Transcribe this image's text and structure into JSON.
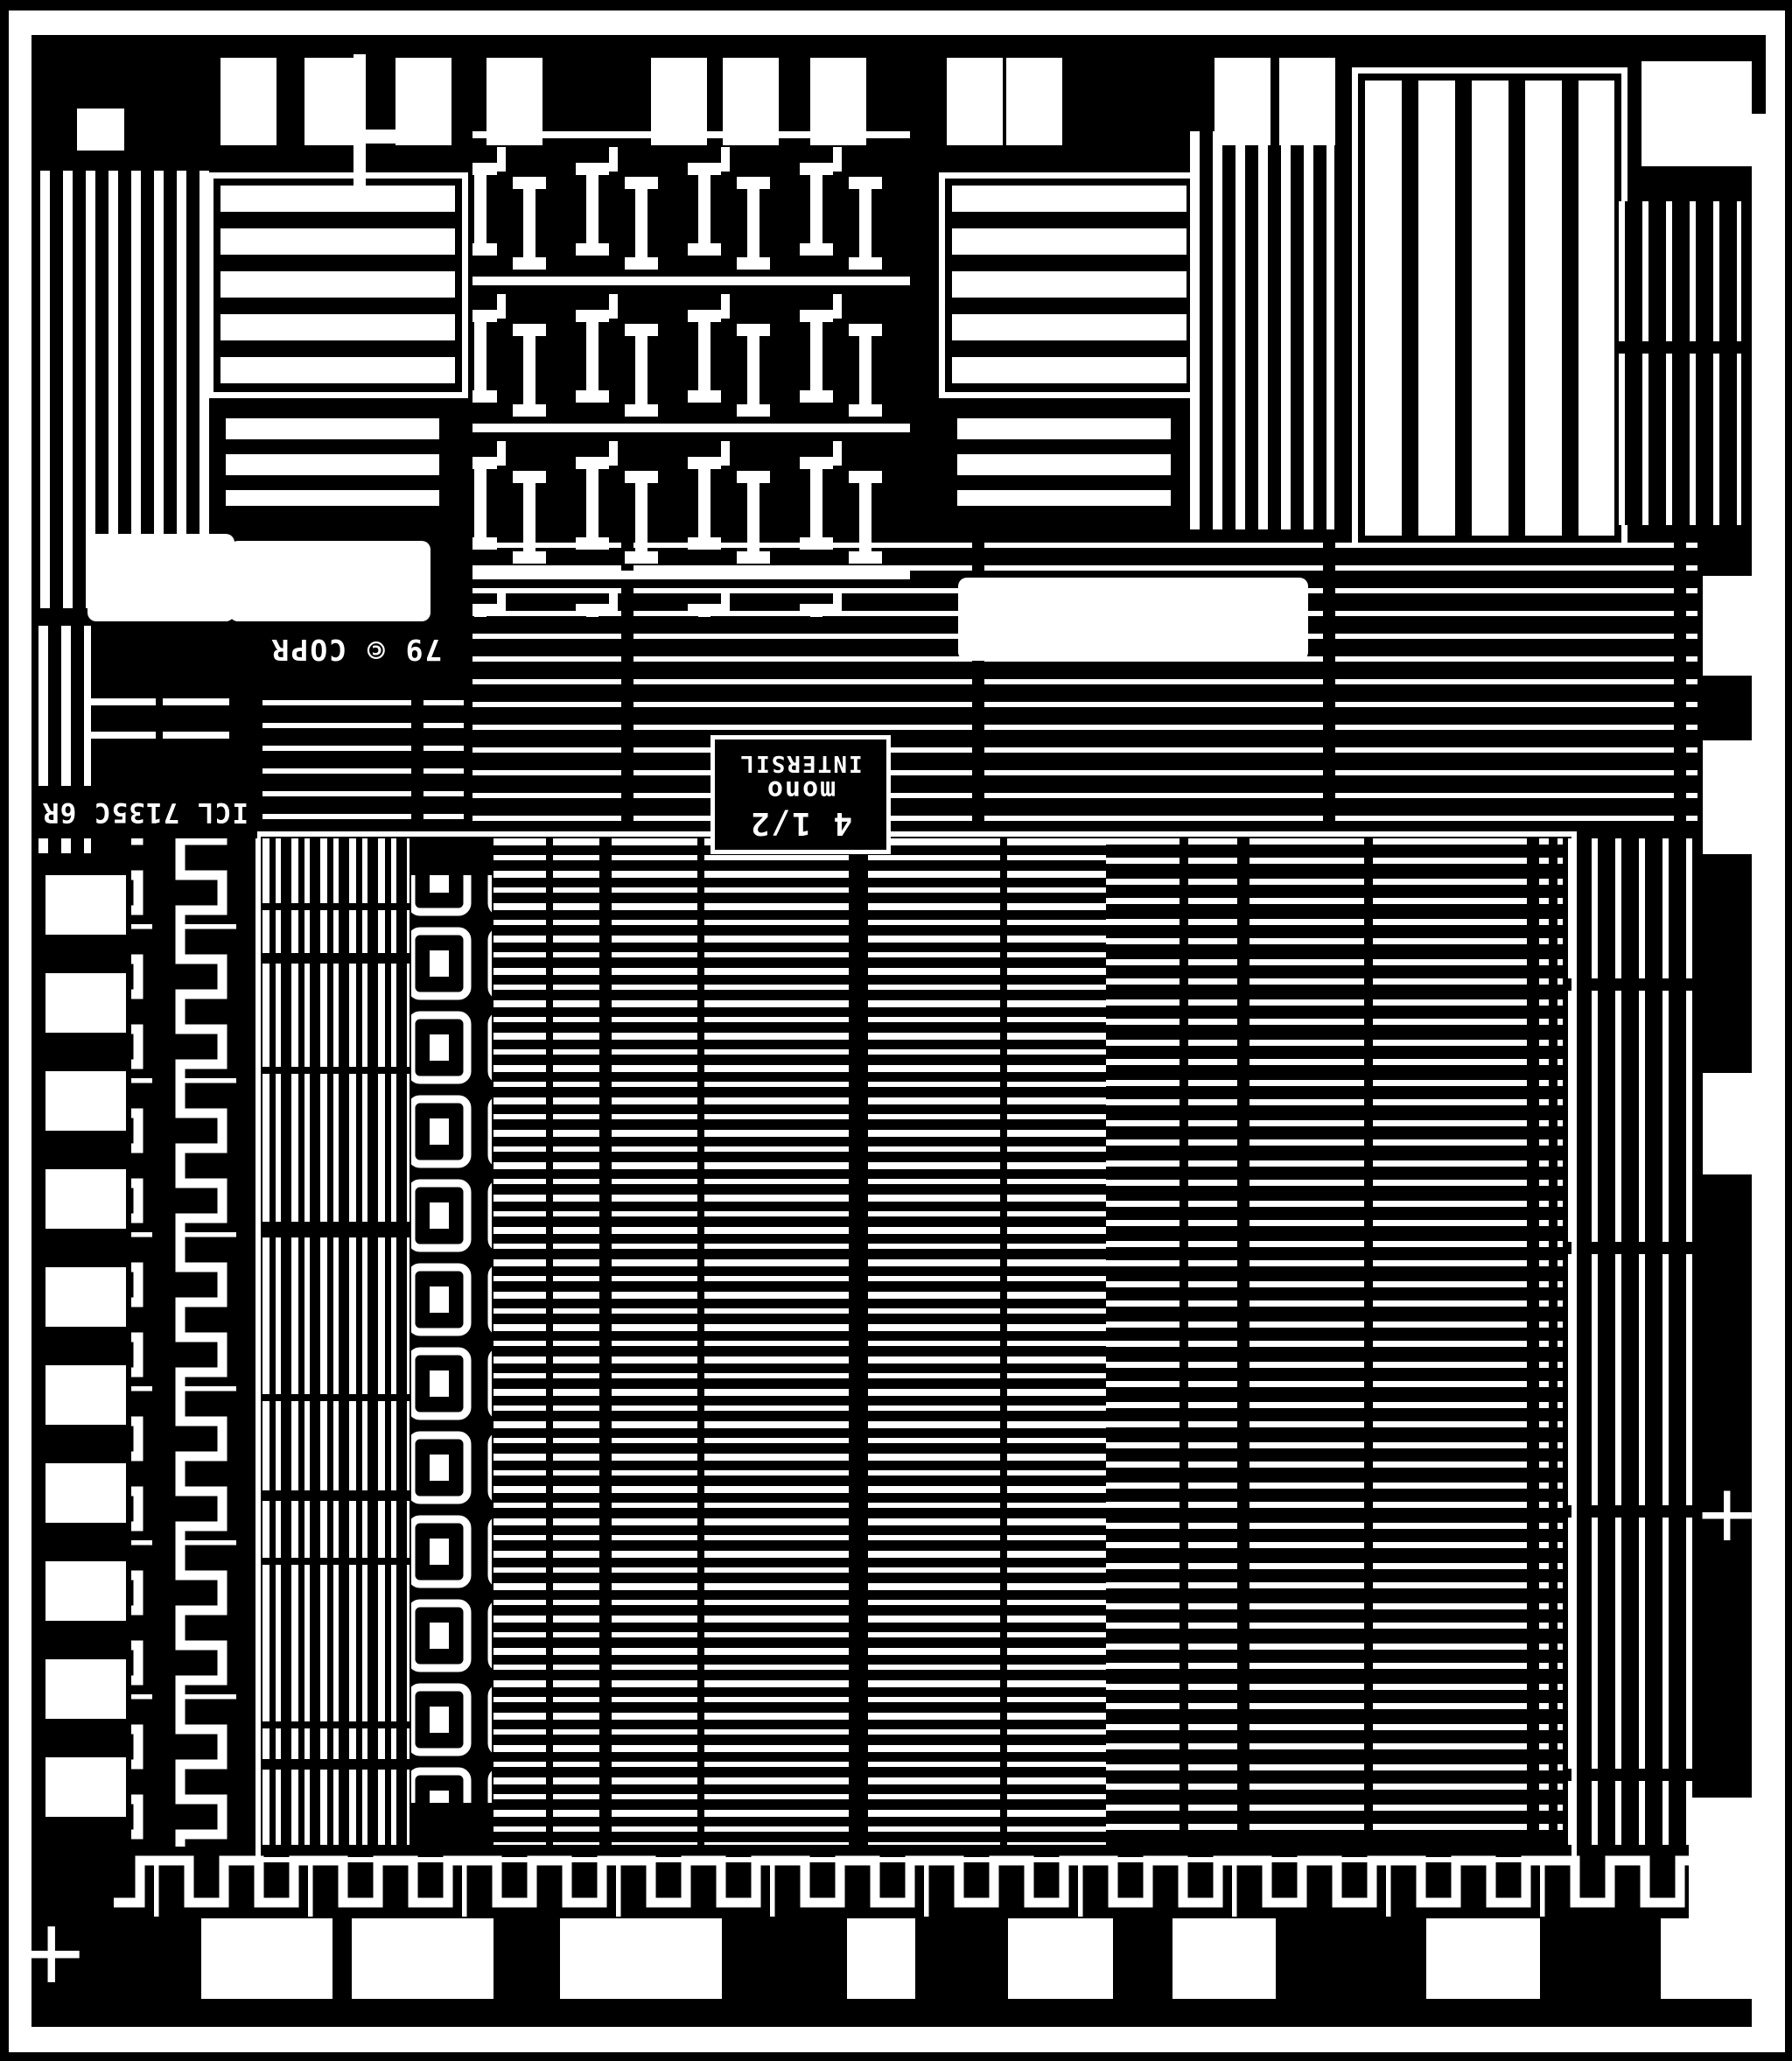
{
  "colors": {
    "die_background": "#000000",
    "metal_traces": "#ffffff"
  },
  "labels": {
    "copyright": "79 © COPR",
    "part_number": "ICL 7135C 6R",
    "logo": {
      "line1": "4 1/2",
      "line2": "mono",
      "line3": "INTERSIL"
    },
    "alignment_mark": "+"
  }
}
